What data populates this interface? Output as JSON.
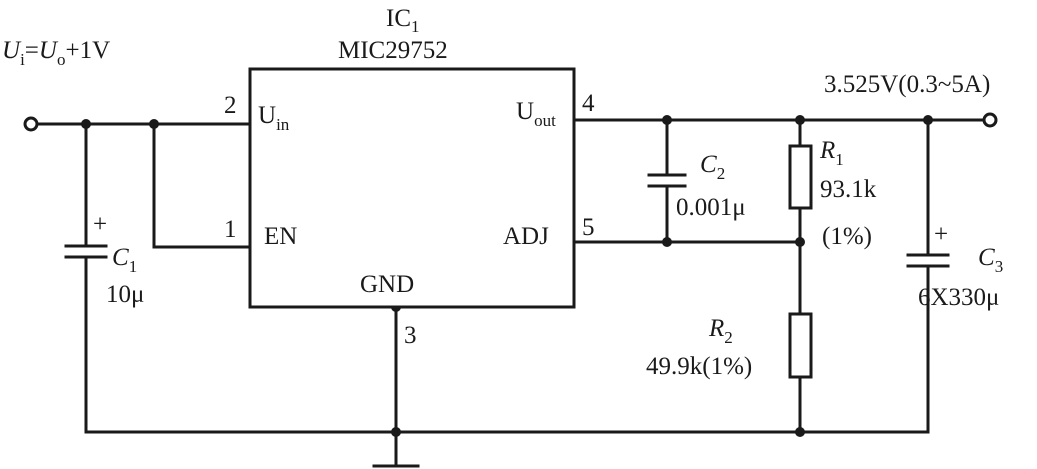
{
  "ic": {
    "ref": "IC",
    "ref_sub": "1",
    "part": "MIC29752",
    "pins": {
      "uin": {
        "num": "2",
        "label": "U",
        "sub": "in"
      },
      "en": {
        "num": "1",
        "label": "EN"
      },
      "uout": {
        "num": "4",
        "label": "U",
        "sub": "out"
      },
      "adj": {
        "num": "5",
        "label": "ADJ"
      },
      "gnd": {
        "num": "3",
        "label": "GND"
      }
    }
  },
  "input": {
    "u1": "U",
    "sub1": "i",
    "eq": "=",
    "u2": "U",
    "sub2": "o",
    "rest": "+1V"
  },
  "output": {
    "label": "3.525V(0.3~5A)"
  },
  "c1": {
    "ref": "C",
    "sub": "1",
    "value": "10μ",
    "polarity": "+"
  },
  "c2": {
    "ref": "C",
    "sub": "2",
    "value": "0.001μ"
  },
  "r1": {
    "ref": "R",
    "sub": "1",
    "value": "93.1k",
    "tol": "(1%)"
  },
  "r2": {
    "ref": "R",
    "sub": "2",
    "value": "49.9k(1%)"
  },
  "c3": {
    "ref": "C",
    "sub": "3",
    "value": "6X330μ",
    "polarity": "+"
  }
}
